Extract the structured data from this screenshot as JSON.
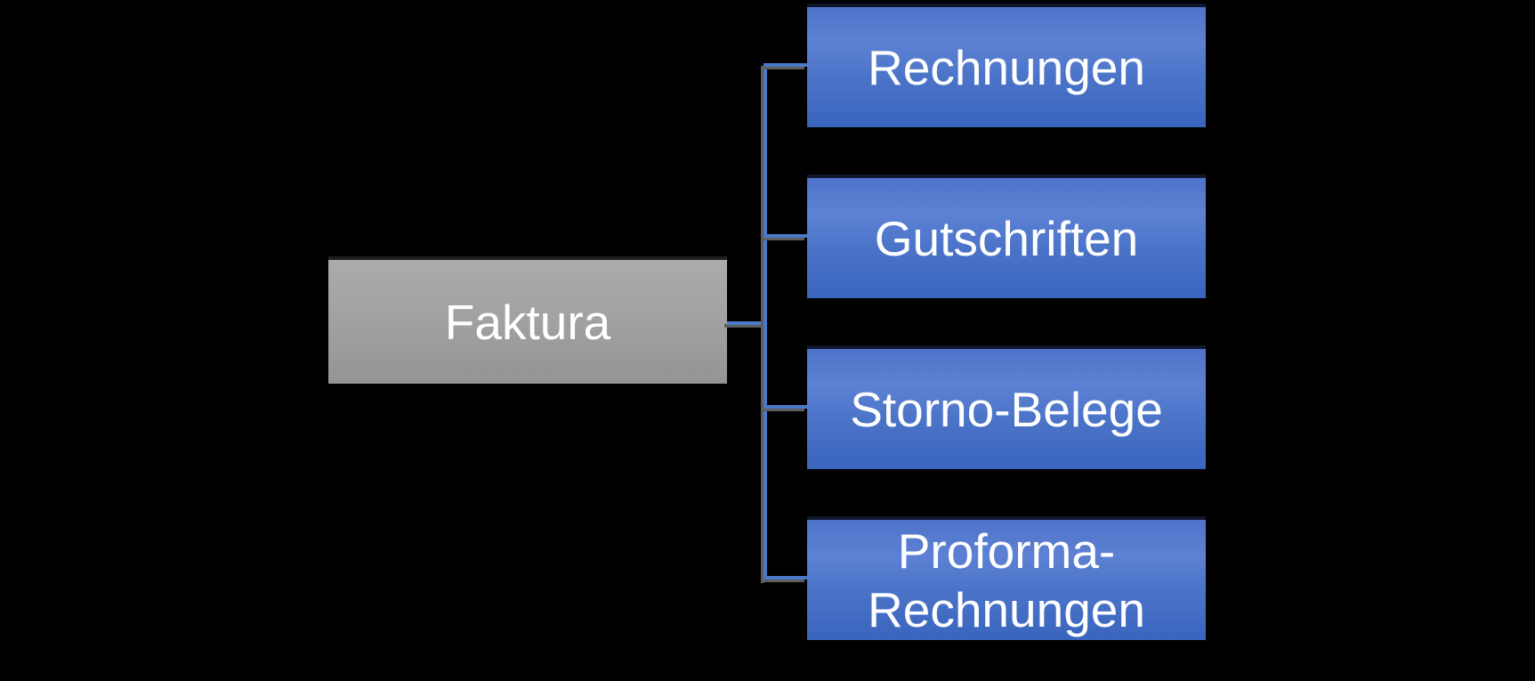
{
  "diagram": {
    "type": "hierarchy",
    "background_color": "#000000",
    "text_color": "#ffffff",
    "root_node": {
      "label": "Faktura",
      "fill_color": "#9f9f9f",
      "fill_gradient": [
        "#ababab",
        "#949494"
      ],
      "top_border_color": "#1f1f1f"
    },
    "child_nodes": [
      {
        "label": "Rechnungen"
      },
      {
        "label": "Gutschriften"
      },
      {
        "label": "Storno-Belege"
      },
      {
        "label": "Proforma-Rechnungen"
      }
    ],
    "child_fill_color": "#4472c4",
    "child_fill_gradient": [
      "#4e73c8",
      "#5d81d4",
      "#3a65be"
    ],
    "child_top_border_color": "#10172d",
    "connector_color": "#4b79c9",
    "connector_shadow_color": "#5e5e5e"
  }
}
